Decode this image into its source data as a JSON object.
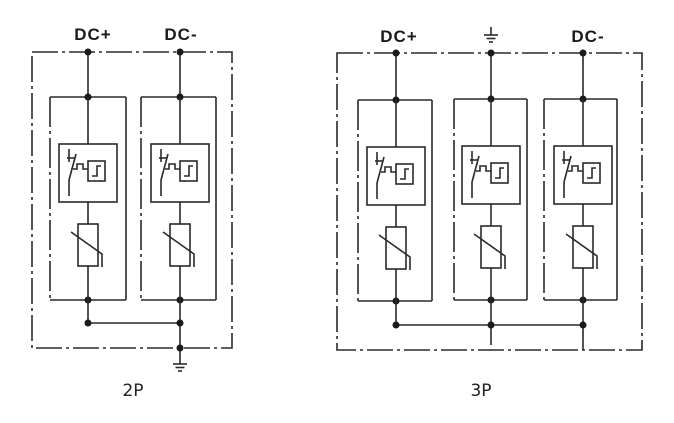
{
  "diagrams": [
    {
      "id": "2p",
      "caption": "2P",
      "terminals": [
        {
          "label": "DC+",
          "type": "text"
        },
        {
          "label": "DC-",
          "type": "text"
        }
      ],
      "poles": 2,
      "ground": "bottom",
      "ground_icon": "ground-icon"
    },
    {
      "id": "3p",
      "caption": "3P",
      "terminals": [
        {
          "label": "DC+",
          "type": "text"
        },
        {
          "label": "",
          "type": "ground",
          "icon": "ground-icon"
        },
        {
          "label": "DC-",
          "type": "text"
        }
      ],
      "poles": 3,
      "ground": "top-middle"
    }
  ],
  "module_components": [
    "thermal-disconnector-icon",
    "status-indicator-icon",
    "varistor-icon"
  ],
  "colors": {
    "line": "#2a2a2a",
    "text": "#1a1a1a",
    "background": "#ffffff"
  }
}
